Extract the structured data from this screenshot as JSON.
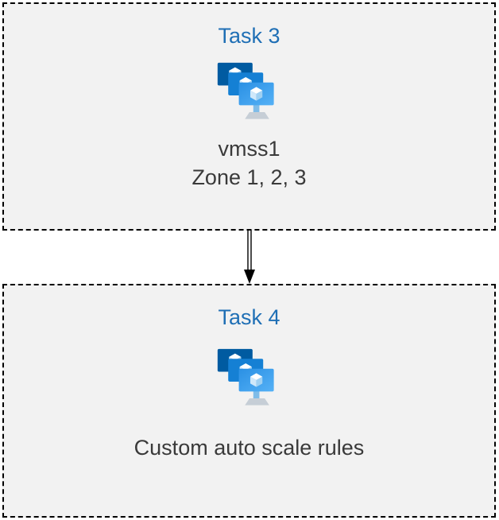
{
  "diagram": {
    "boxes": [
      {
        "title": "Task 3",
        "icon": "vm-scale-set-icon",
        "lines": [
          "vmss1",
          "Zone 1, 2, 3"
        ]
      },
      {
        "title": "Task 4",
        "icon": "vm-scale-set-icon",
        "lines": [
          "Custom auto scale rules"
        ]
      }
    ],
    "arrow": {
      "direction": "down"
    },
    "colors": {
      "title_blue": "#1f6fb5",
      "box_background": "#f2f2f2",
      "border": "#000000",
      "icon_dark_blue": "#005ba1",
      "icon_mid_blue": "#1580d4",
      "icon_light_blue": "#2f9dee"
    }
  }
}
